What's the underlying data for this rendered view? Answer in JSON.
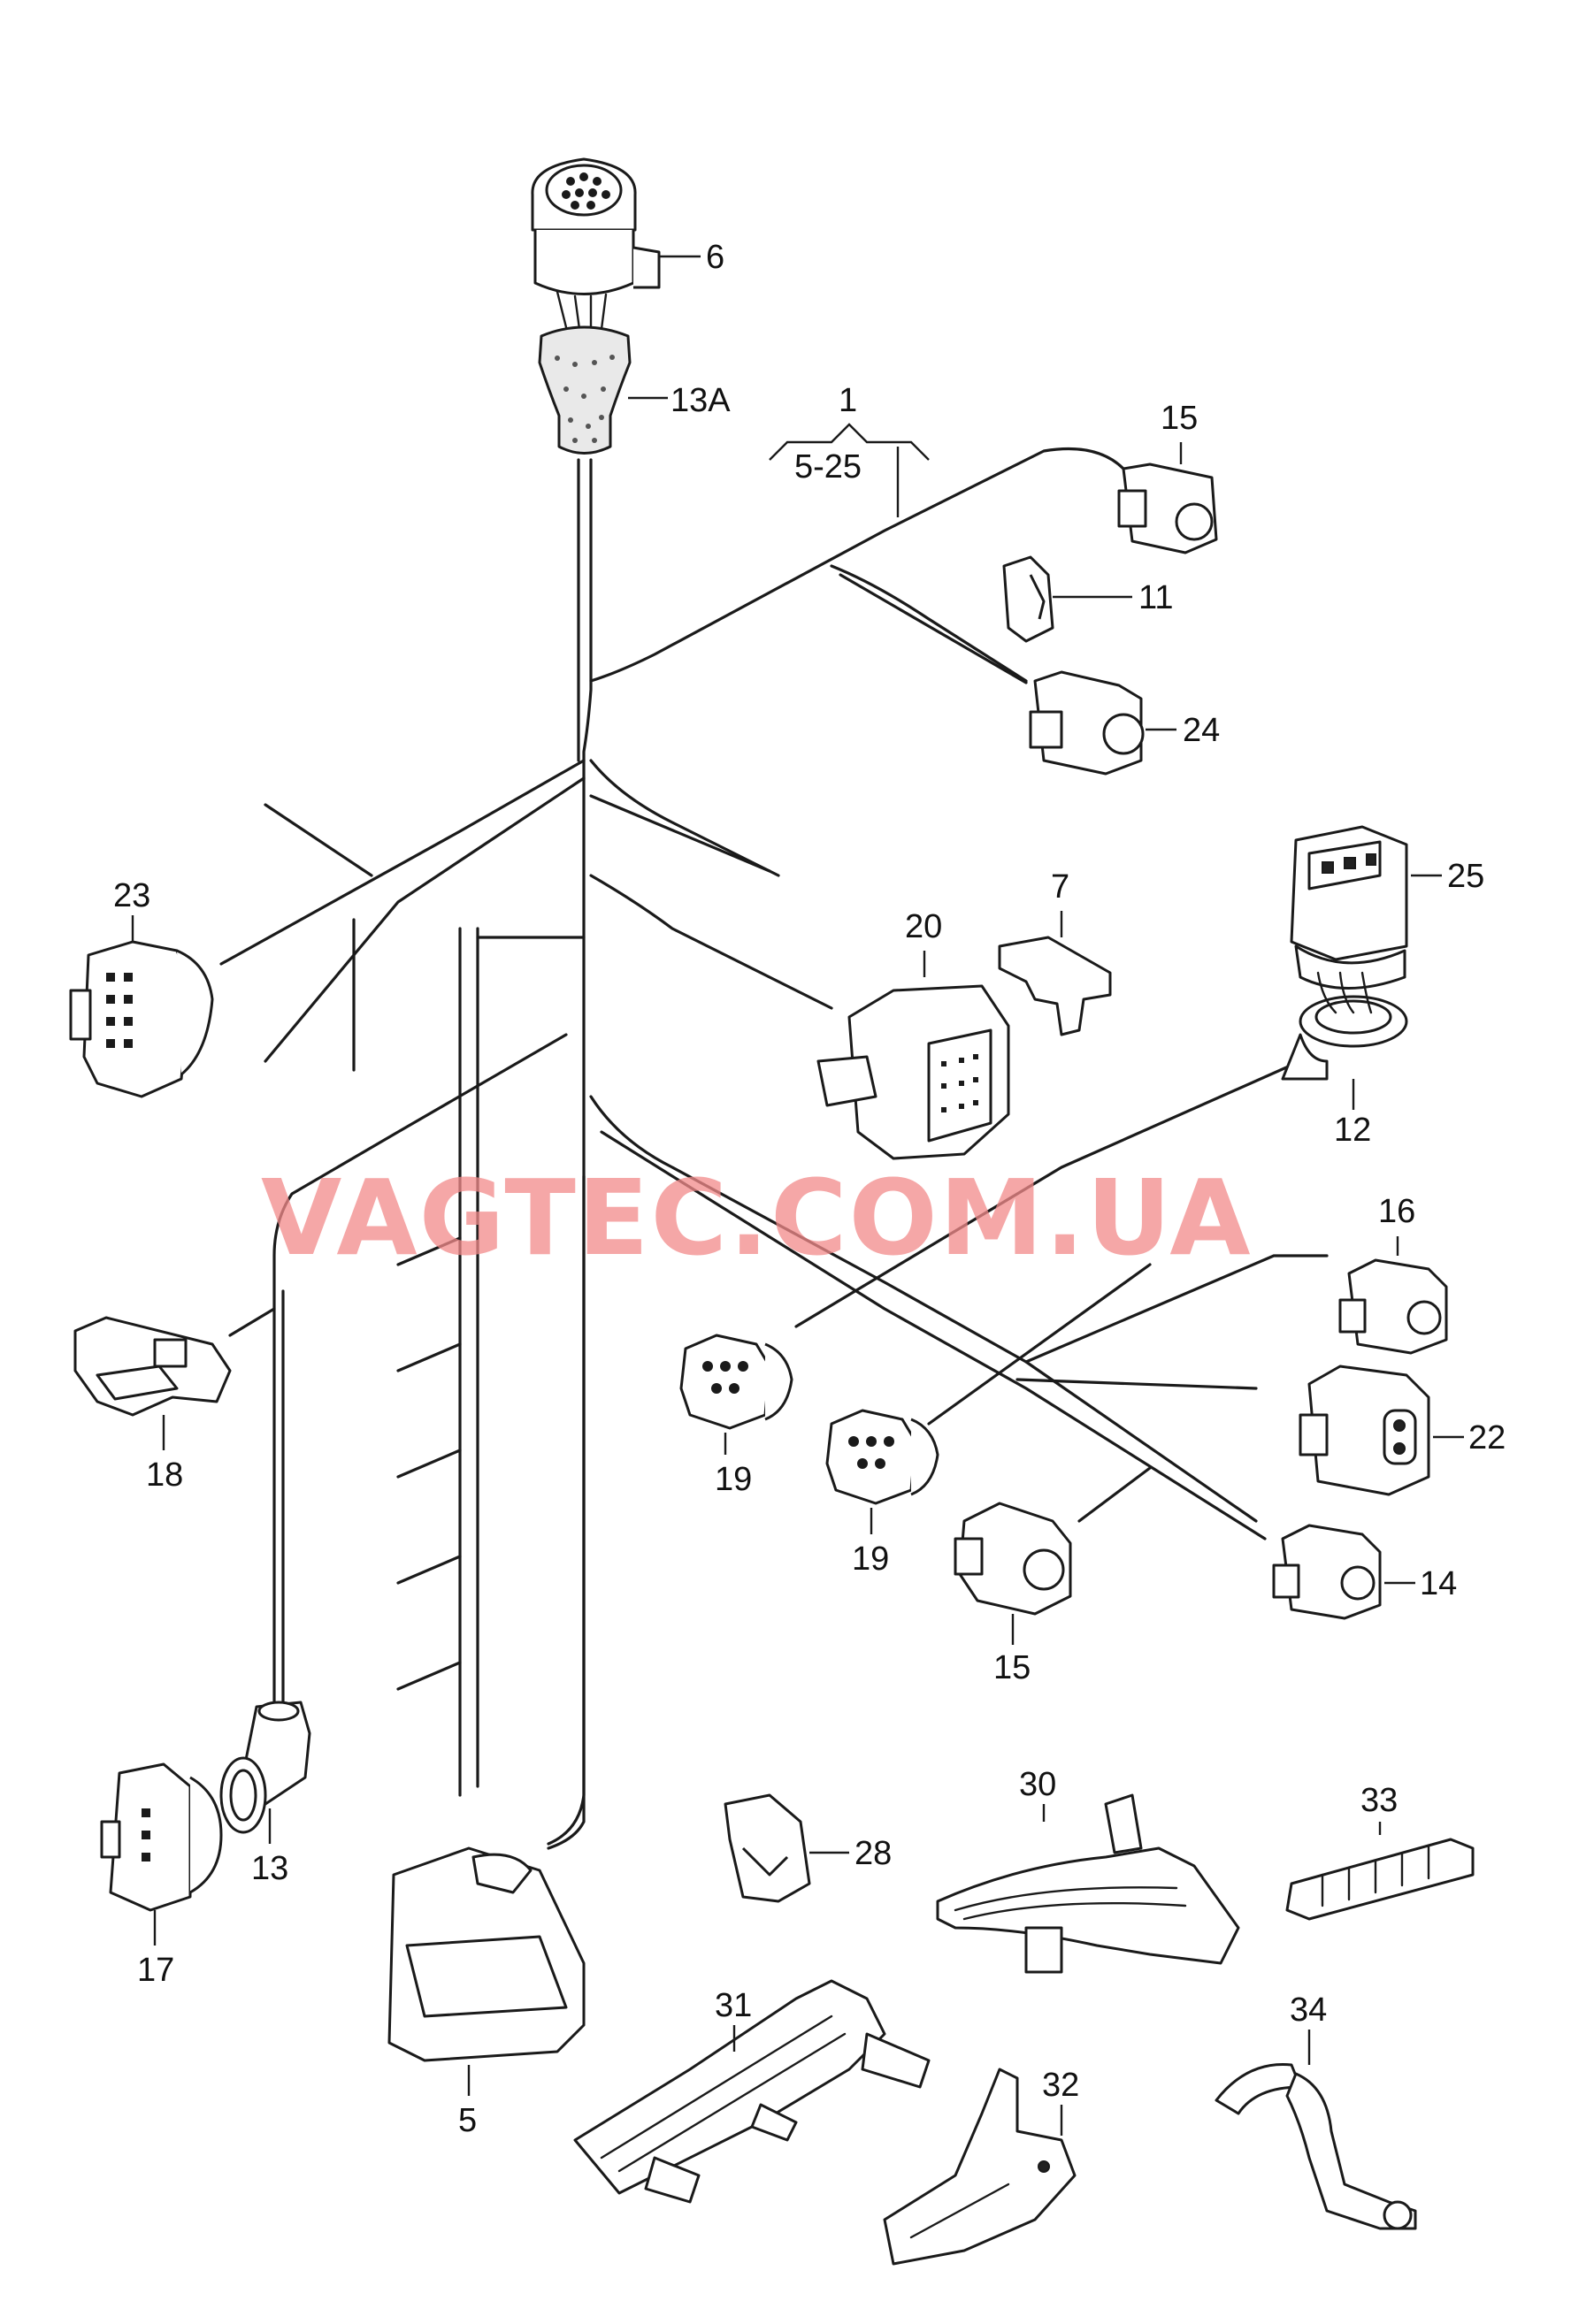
{
  "diagram": {
    "group_label": "1",
    "group_range": "5-25",
    "watermark": "VAGTEC.COM.UA",
    "labels": {
      "l5": "5",
      "l6": "6",
      "l7": "7",
      "l11": "11",
      "l12": "12",
      "l13": "13",
      "l13a": "13A",
      "l14": "14",
      "l15a": "15",
      "l15b": "15",
      "l16": "16",
      "l17": "17",
      "l18": "18",
      "l19a": "19",
      "l19b": "19",
      "l20": "20",
      "l22": "22",
      "l23": "23",
      "l24": "24",
      "l25": "25",
      "l28": "28",
      "l30": "30",
      "l31": "31",
      "l32": "32",
      "l33": "33",
      "l34": "34"
    }
  }
}
